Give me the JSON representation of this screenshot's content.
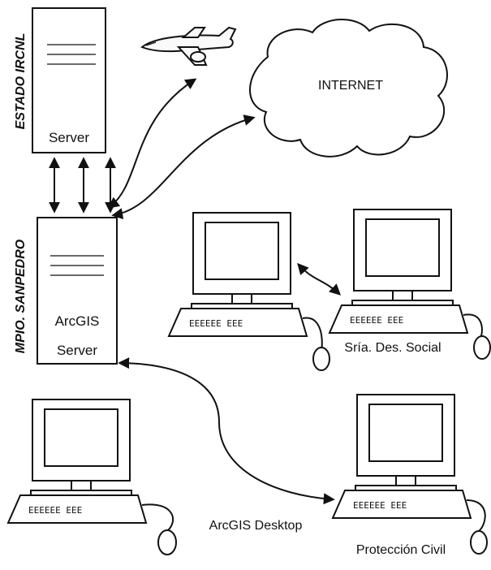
{
  "nodes": {
    "state_server": {
      "side_label": "ESTADO IRCNL",
      "label": "Server"
    },
    "municipal_server": {
      "side_label": "MPIO. SANPEDRO",
      "label_line1": "ArcGIS",
      "label_line2": "Server"
    },
    "internet": {
      "label": "INTERNET"
    },
    "social": {
      "label": "Sría. Des. Social"
    },
    "desktop": {
      "label": "ArcGIS Desktop"
    },
    "civil": {
      "label": "Protección Civil"
    }
  }
}
